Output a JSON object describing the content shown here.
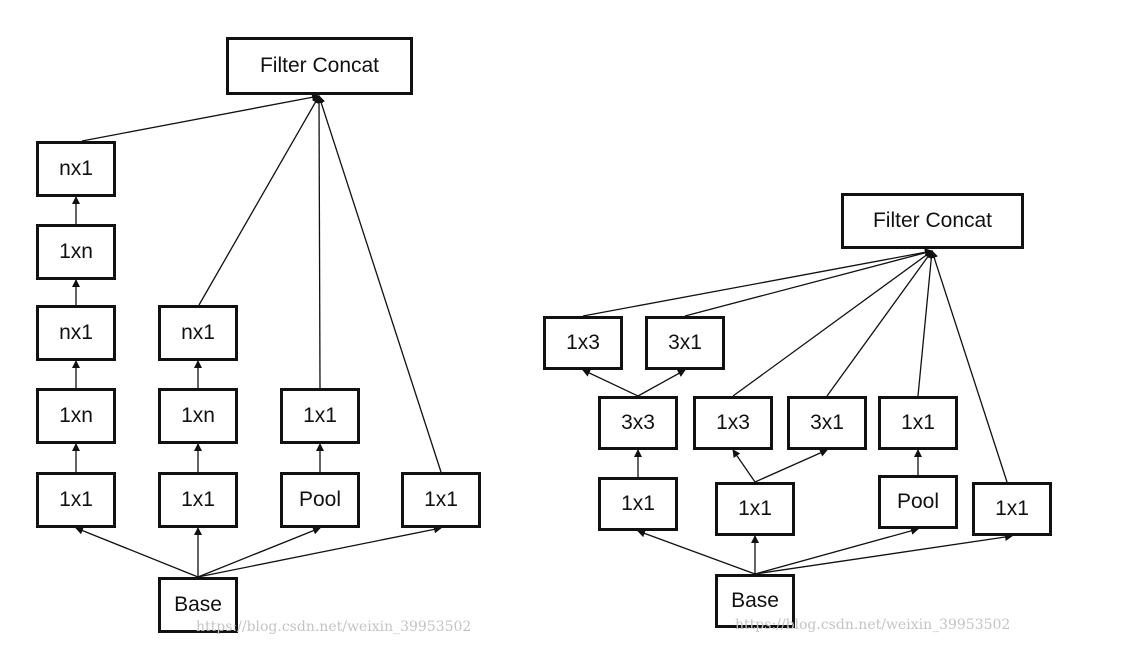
{
  "left_diagram": {
    "concat": "Filter Concat",
    "branch1": [
      "1x1",
      "1xn",
      "nx1",
      "1xn",
      "nx1"
    ],
    "branch2": [
      "1x1",
      "1xn",
      "nx1"
    ],
    "branch3": [
      "Pool",
      "1x1"
    ],
    "branch4": [
      "1x1"
    ],
    "base": "Base"
  },
  "right_diagram": {
    "concat": "Filter Concat",
    "branch1": [
      "1x1",
      "3x3",
      "1x3",
      "3x1"
    ],
    "branch2": [
      "1x1",
      "1x3",
      "3x1"
    ],
    "branch3": [
      "Pool",
      "1x1"
    ],
    "branch4": [
      "1x1"
    ],
    "base": "Base"
  },
  "watermarks": [
    "https://blog.csdn.net/weixin_39953502",
    "https://blog.csdn.net/weixin_39953502"
  ],
  "colors": {
    "stroke": "#111111",
    "watermark": "#c4c4c4",
    "background": "#ffffff"
  }
}
